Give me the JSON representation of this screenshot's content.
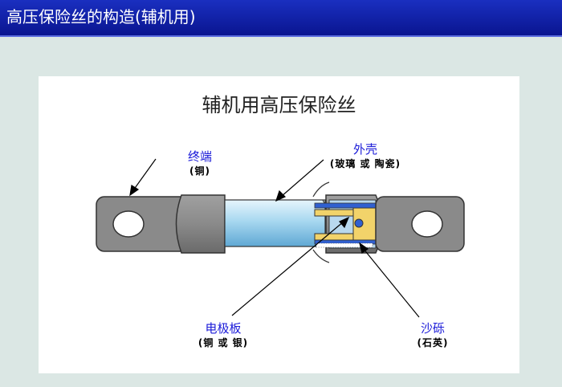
{
  "header": {
    "title": "高压保险丝的构造(辅机用)"
  },
  "diagram": {
    "title": "辅机用高压保险丝",
    "labels": {
      "terminal": {
        "name": "终端",
        "note": "(铜)"
      },
      "shell": {
        "name": "外壳",
        "note": "(玻璃 或 陶瓷)"
      },
      "electrode": {
        "name": "电极板",
        "note": "(铜 或 银)"
      },
      "sand": {
        "name": "沙砾",
        "note": "(石英)"
      }
    },
    "colors": {
      "header_bg": "#0a1590",
      "terminal_gray": "#888888",
      "glass_tube": "#a8d8f0",
      "electrode_yellow": "#f2d36a",
      "sand_blue": "#3060d0",
      "label_blue": "#1a1ad8"
    }
  }
}
